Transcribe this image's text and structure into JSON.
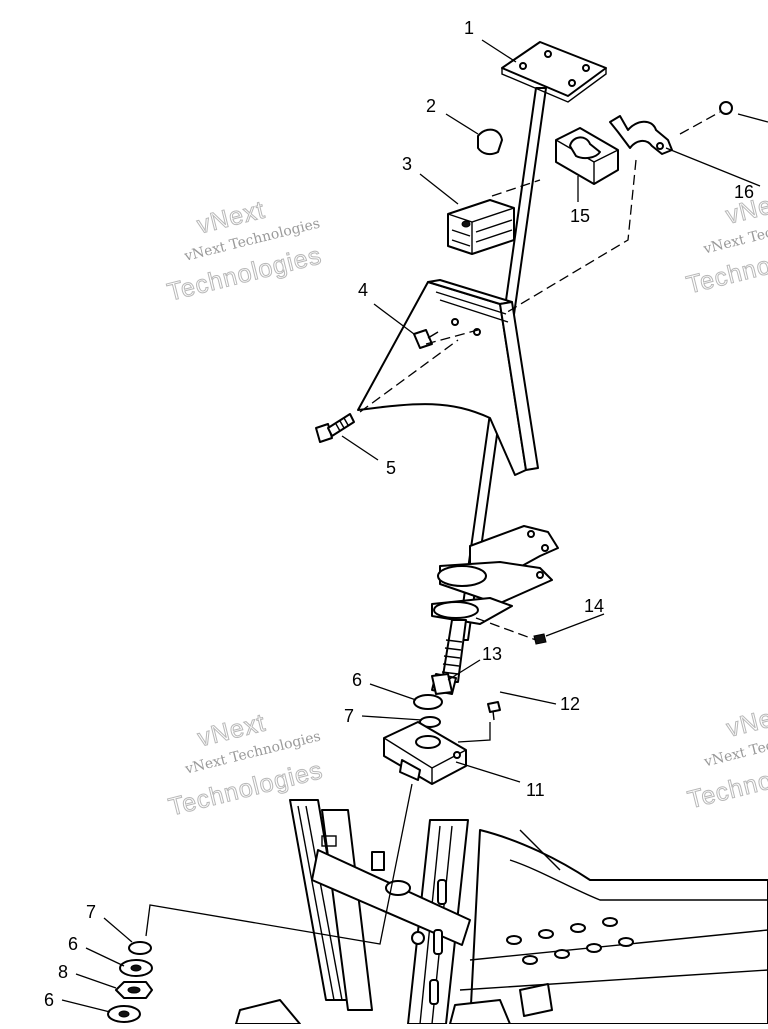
{
  "watermark": {
    "company": "vNext Technologies",
    "word_top": "vNext",
    "word_bottom": "Technologies"
  },
  "callouts": [
    {
      "id": "c1",
      "label": "1"
    },
    {
      "id": "c2",
      "label": "2"
    },
    {
      "id": "c3",
      "label": "3"
    },
    {
      "id": "c4",
      "label": "4"
    },
    {
      "id": "c5",
      "label": "5"
    },
    {
      "id": "c6a",
      "label": "6"
    },
    {
      "id": "c7a",
      "label": "7"
    },
    {
      "id": "c11",
      "label": "11"
    },
    {
      "id": "c12",
      "label": "12"
    },
    {
      "id": "c13",
      "label": "13"
    },
    {
      "id": "c14",
      "label": "14"
    },
    {
      "id": "c15",
      "label": "15"
    },
    {
      "id": "c16",
      "label": "16"
    },
    {
      "id": "c7b",
      "label": "7"
    },
    {
      "id": "c6b",
      "label": "6"
    },
    {
      "id": "c8",
      "label": "8"
    },
    {
      "id": "c6c",
      "label": "6"
    }
  ]
}
